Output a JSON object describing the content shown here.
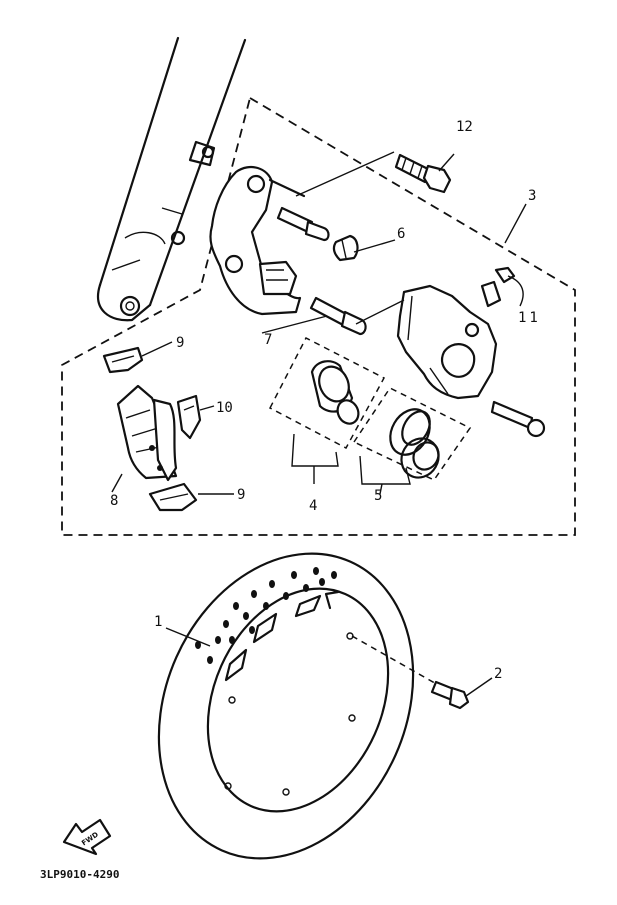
{
  "diagram": {
    "part_labels": [
      {
        "num": "1"
      },
      {
        "num": "2"
      },
      {
        "num": "3"
      },
      {
        "num": "4"
      },
      {
        "num": "5"
      },
      {
        "num": "6"
      },
      {
        "num": "7"
      },
      {
        "num": "8"
      },
      {
        "num": "9"
      },
      {
        "num": "9"
      },
      {
        "num": "10"
      },
      {
        "num": "11"
      },
      {
        "num": "12"
      }
    ],
    "drawing_code": "3LP9010-4290",
    "direction_badge": "FWD",
    "colors": {
      "ink": "#111111",
      "paper": "#ffffff"
    }
  }
}
